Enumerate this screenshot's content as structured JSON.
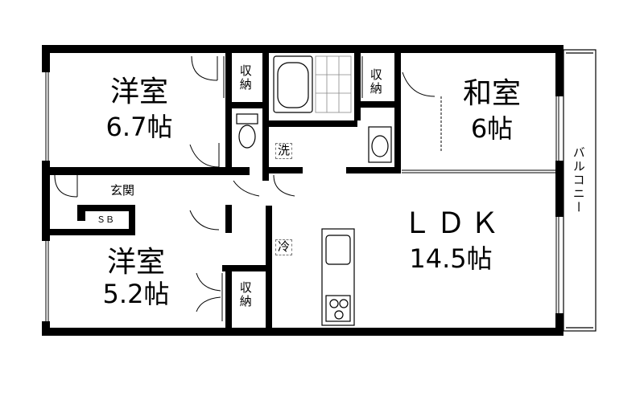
{
  "rooms": {
    "western_room_1": {
      "name": "洋室",
      "size": "6.7帖"
    },
    "western_room_2": {
      "name": "洋室",
      "size": "5.2帖"
    },
    "japanese_room": {
      "name": "和室",
      "size": "6帖"
    },
    "ldk": {
      "name": "ＬＤＫ",
      "size": "14.5帖"
    }
  },
  "labels": {
    "storage": "収納",
    "entrance": "玄関",
    "shoe_box": "ＳＢ",
    "washroom": "洗",
    "fridge": "冷",
    "balcony": "バルコニー"
  }
}
